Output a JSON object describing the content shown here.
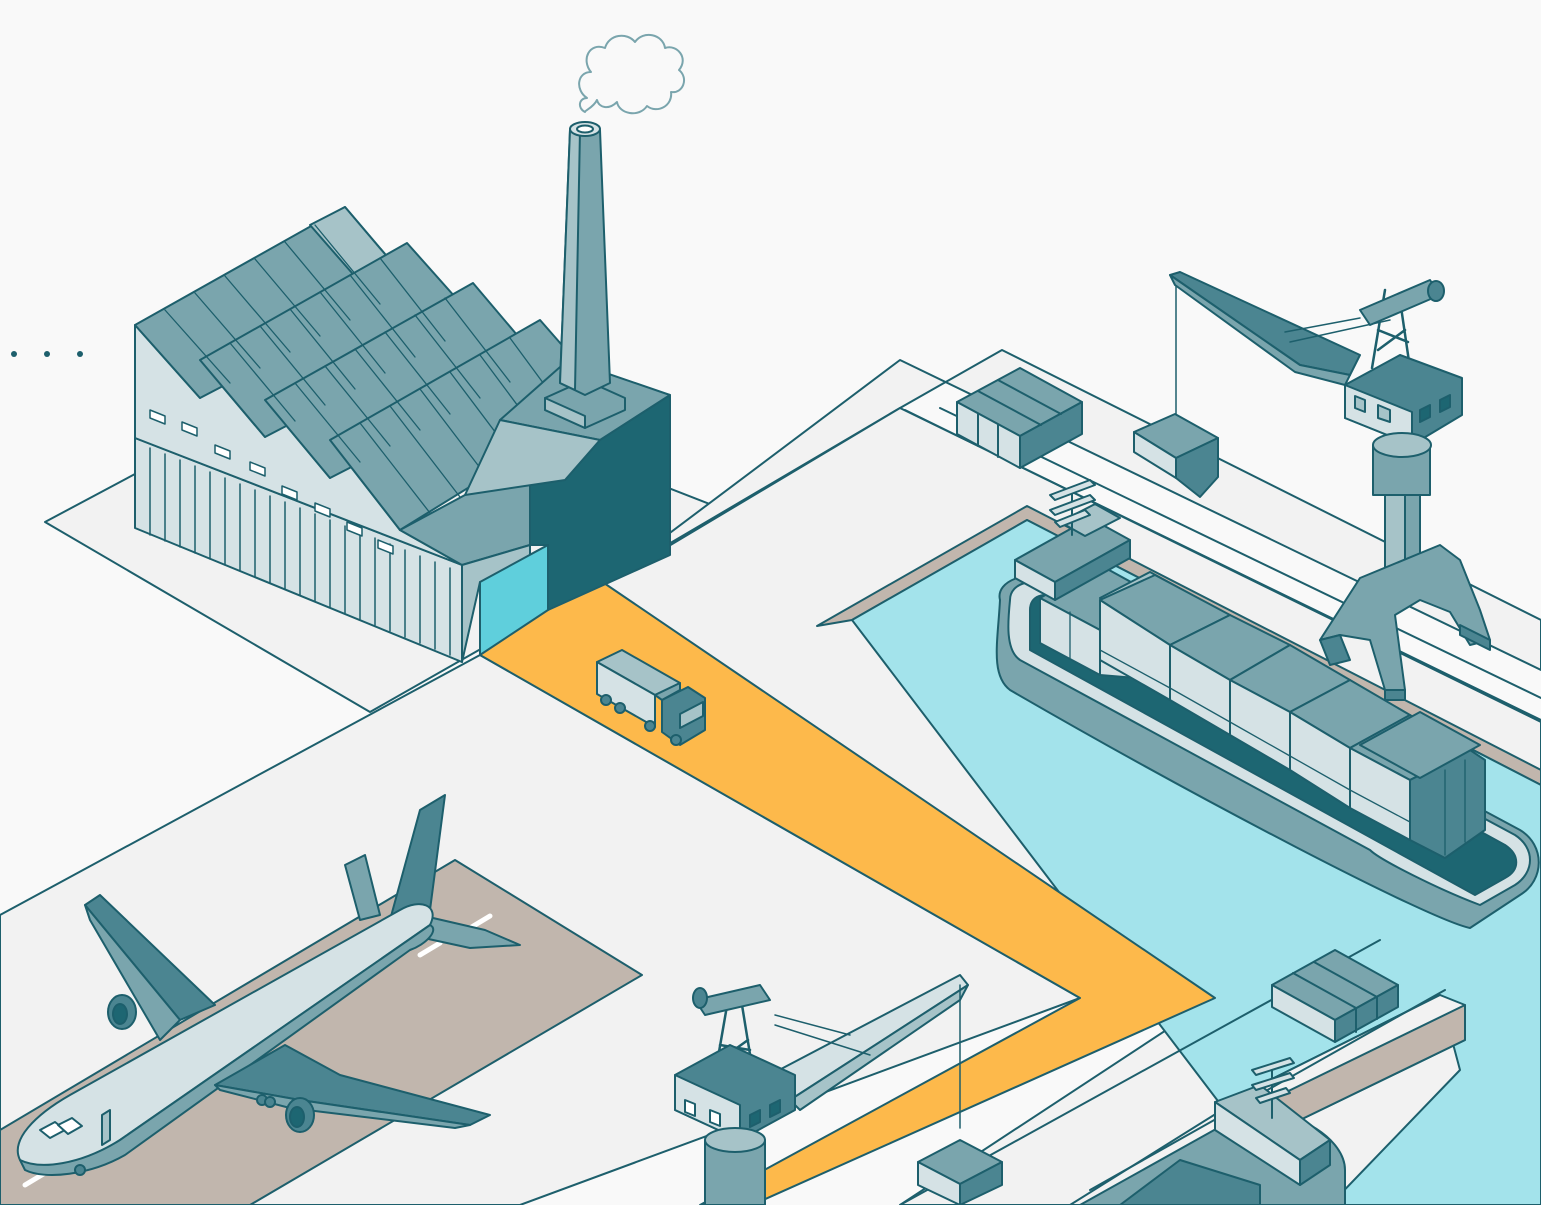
{
  "scene": {
    "subjects": [
      "factory",
      "smokestack",
      "truck",
      "airplane",
      "cargo-ship",
      "harbor-crane",
      "shipping-container"
    ],
    "colors": {
      "background": "#f9f9f9",
      "ground": "#f2f2f2",
      "outline": "#1d5f6c",
      "teal_dark": "#1d6672",
      "teal_mid": "#4b8591",
      "teal_light": "#7aa5ad",
      "teal_pale": "#a6c3c8",
      "wall": "#d5e2e5",
      "water": "#a3e3eb",
      "road": "#fdb94b",
      "runway": "#c1b6ad",
      "opening": "#5fcfdc"
    }
  }
}
